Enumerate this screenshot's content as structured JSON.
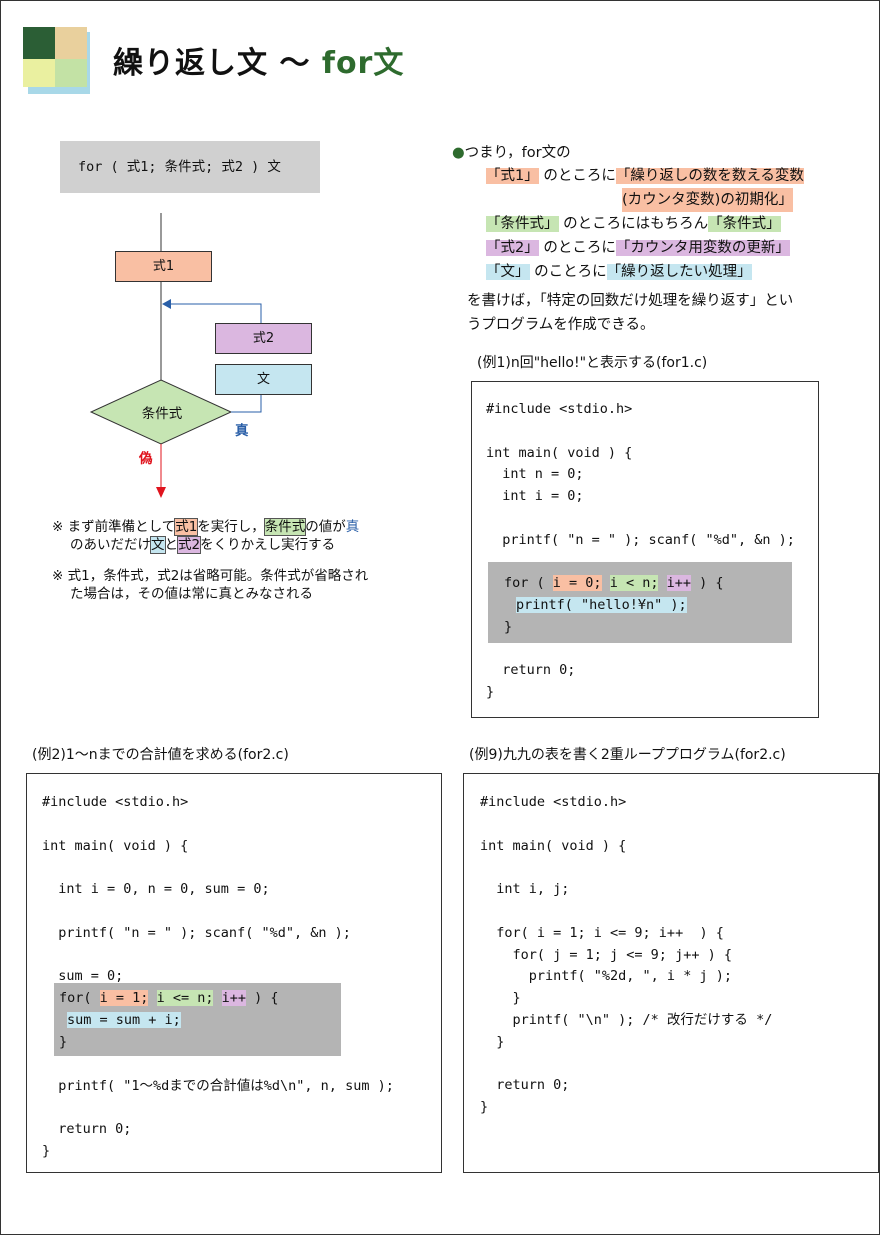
{
  "title": {
    "main": "繰り返し文 〜 ",
    "accent": "for文"
  },
  "syntax": "for ( 式1; 条件式; 式2 ) 文",
  "flow": {
    "expr1": "式1",
    "expr2": "式2",
    "stmt": "文",
    "cond": "条件式",
    "true_label": "真",
    "false_label": "偽"
  },
  "notes": {
    "n1": {
      "mark": "※",
      "p1": " まず前準備として",
      "expr1": "式1",
      "p2": "を実行し，",
      "cond": "条件式",
      "p3": "の値が",
      "true": "真",
      "p4": "のあいだだけ",
      "stmt": "文",
      "p5": "と",
      "expr2": "式2",
      "p6": "をくりかえし実行する"
    },
    "n2": {
      "mark": "※",
      "l1": " 式1，条件式，式2は省略可能。条件式が省略され",
      "l2": "た場合は，その値は常に真とみなされる"
    }
  },
  "summary": {
    "bullet": "●",
    "intro": "つまり，for文の",
    "r1a": "「式1」",
    "r1b": "のところに",
    "r1c": "「繰り返しの数を数える変数",
    "r1d": "(カウンタ変数)の初期化」",
    "r2a": "「条件式」",
    "r2b": "のところにはもちろん",
    "r2c": "「条件式」",
    "r3a": "「式2」",
    "r3b": "のところに",
    "r3c": "「カウンタ用変数の更新」",
    "r4a": "「文」",
    "r4b": "のことろに",
    "r4c": "「繰り返したい処理」",
    "c1": "を書けば，「特定の回数だけ処理を繰り返す」とい",
    "c2": "うプログラムを作成できる。"
  },
  "ex1": {
    "caption": "(例1)n回\"hello!\"と表示する(for1.c)",
    "lines": [
      "#include <stdio.h>",
      "",
      "int main( void ) {",
      "  int n = 0;",
      "  int i = 0;",
      "",
      "  printf( \"n = \" ); scanf( \"%d\", &n );"
    ],
    "for_kw": "for ( ",
    "init": "i = 0;",
    "cond": "i < n;",
    "incr": "i++",
    "for_end": " ) {",
    "body": "printf( \"hello!¥n\" );",
    "close": "}",
    "tail": [
      "  return 0;",
      "}"
    ]
  },
  "ex2": {
    "caption": "(例2)1〜nまでの合計値を求める(for2.c)",
    "lines": [
      "#include <stdio.h>",
      "",
      "int main( void ) {",
      "",
      "  int i = 0, n = 0, sum = 0;",
      "",
      "  printf( \"n = \" ); scanf( \"%d\", &n );",
      "",
      "  sum = 0;"
    ],
    "for_kw": "for( ",
    "init": "i = 1;",
    "cond": "i <= n;",
    "incr": "i++",
    "for_end": " ) {",
    "body": "sum = sum + i;",
    "close": "}",
    "tail": [
      "",
      "  printf( \"1〜%dまでの合計値は%d\\n\", n, sum );",
      "",
      "  return 0;",
      "}"
    ]
  },
  "ex9": {
    "caption": "(例9)九九の表を書く2重ループプログラム(for2.c)",
    "lines": [
      "#include <stdio.h>",
      "",
      "int main( void ) {",
      "",
      "  int i, j;",
      "",
      "  for( i = 1; i <= 9; i++  ) {",
      "    for( j = 1; j <= 9; j++ ) {",
      "      printf( \"%2d, \", i * j );",
      "    }",
      "    printf( \"\\n\" ); /* 改行だけする */",
      "  }",
      "",
      "  return 0;",
      "}"
    ]
  },
  "colors": {
    "orange": "#f9bfa3",
    "green": "#c6e5b3",
    "purple": "#dbb7e0",
    "blue": "#c5e6f0",
    "accent": "#2e6b2e",
    "arrow_blue": "#2a5fa8",
    "arrow_red": "#e0141e"
  }
}
